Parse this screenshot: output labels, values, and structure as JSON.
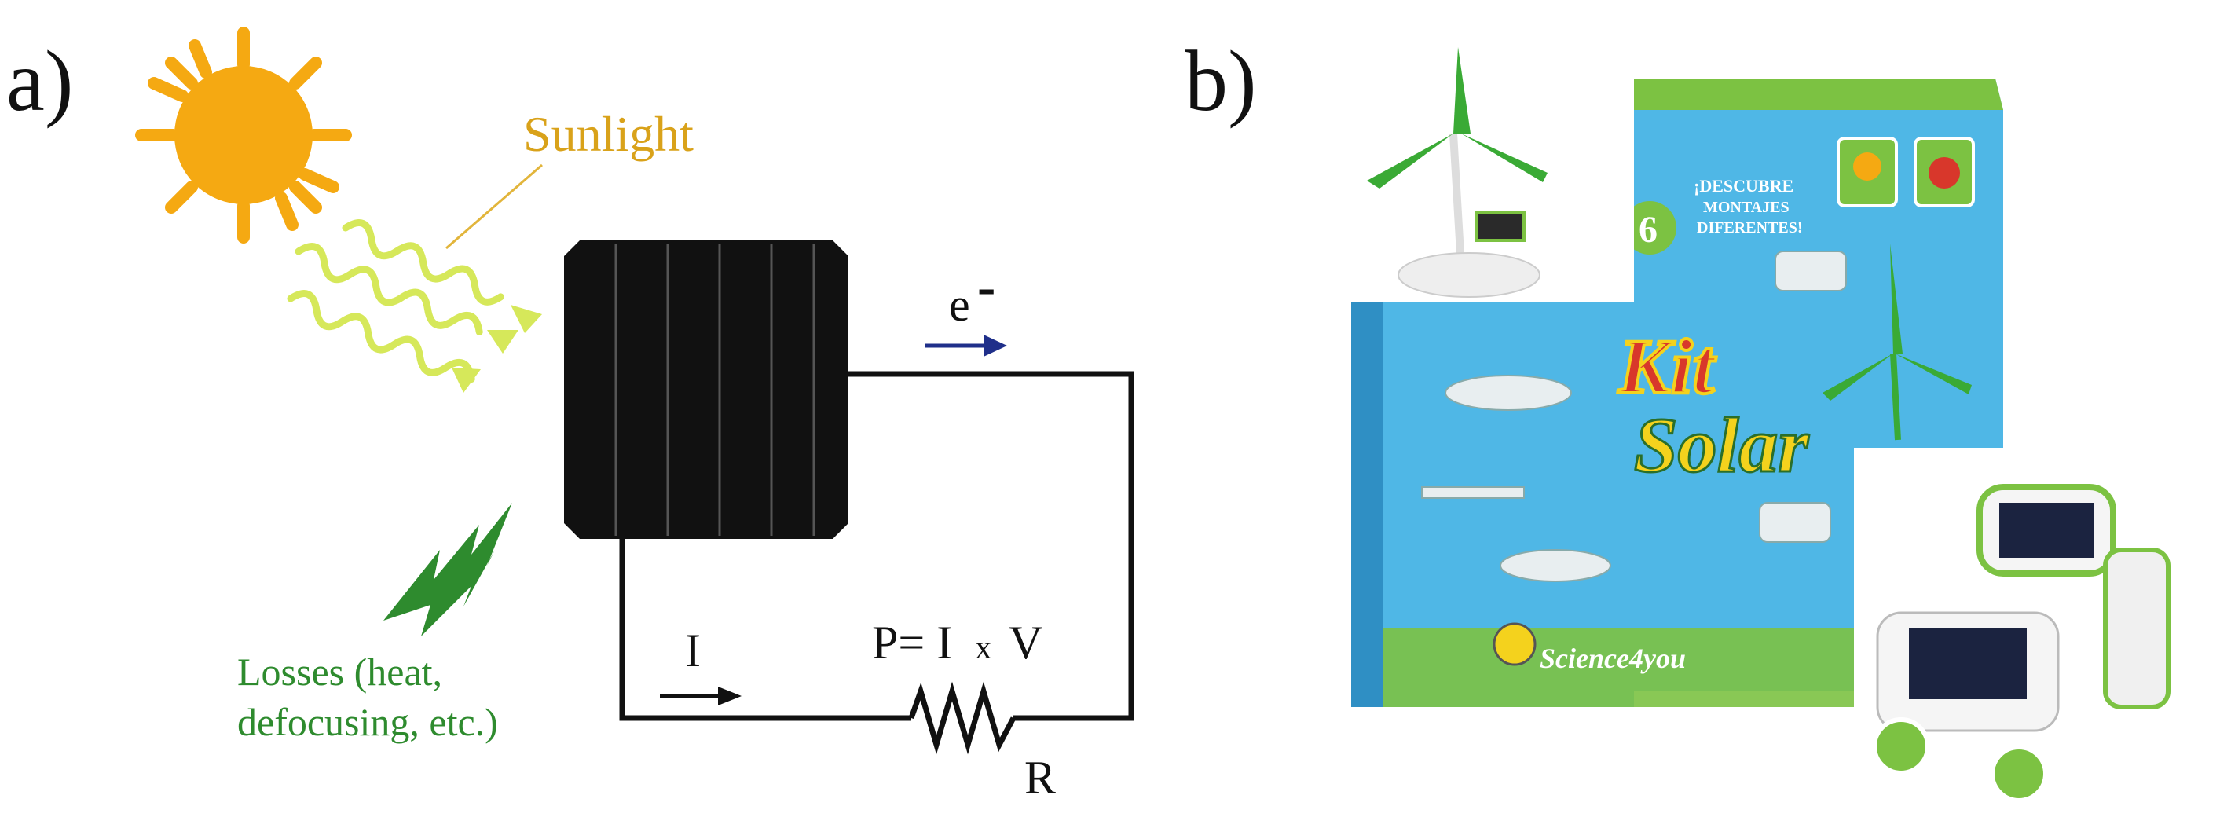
{
  "panel_a": {
    "label": "a)",
    "sunlight": "Sunlight",
    "electron": "e",
    "electron_sup": "-",
    "current": "I",
    "power_formula": "P= I",
    "power_x": "x",
    "power_v": "V",
    "resistor": "R",
    "losses_line1": "Losses (heat,",
    "losses_line2": "defocusing, etc.)",
    "colors": {
      "sun": "#f5a912",
      "sunlight_text": "#d9a21a",
      "rays": "#d6e85a",
      "losses": "#2e8b2e",
      "electron_arrow": "#1f2f8a"
    }
  },
  "panel_b": {
    "label": "b)",
    "box_title_line1": "Kit",
    "box_title_line2": "Solar",
    "box_badge_number": "6",
    "box_badge_line1": "¡DESCUBRE",
    "box_badge_line2": "MONTAJES",
    "box_badge_line3": "DIFERENTES!",
    "brand": "Science4you",
    "colors": {
      "box_blue": "#4fb7e6",
      "box_green": "#7cc242",
      "title_red": "#d8372b",
      "title_yellow": "#f4d21d",
      "turbine_green": "#3aaa35"
    }
  }
}
